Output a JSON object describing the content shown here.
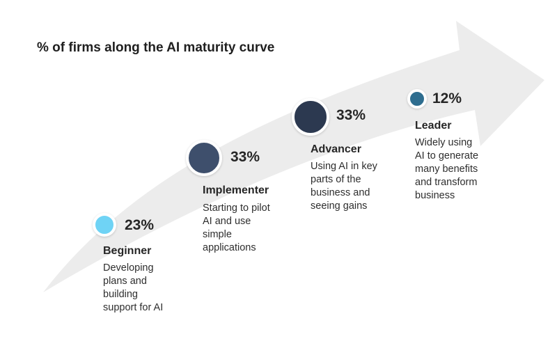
{
  "title": "% of firms along the AI maturity curve",
  "colors": {
    "arrow": "#ececec",
    "beginner": "#6fd3f5",
    "implementer": "#3e4f6c",
    "advancer": "#2c3950",
    "leader": "#2e6d8f"
  },
  "stages": [
    {
      "percent": "23%",
      "name": "Beginner",
      "description": [
        "Developing",
        "plans and",
        "building",
        "support for AI"
      ]
    },
    {
      "percent": "33%",
      "name": "Implementer",
      "description": [
        "Starting to pilot",
        "AI and use",
        "simple",
        "applications"
      ]
    },
    {
      "percent": "33%",
      "name": "Advancer",
      "description": [
        "Using AI in key",
        "parts of the",
        "business and",
        "seeing gains"
      ]
    },
    {
      "percent": "12%",
      "name": "Leader",
      "description": [
        "Widely using",
        "AI to generate",
        "many benefits",
        "and transform",
        "business"
      ]
    }
  ]
}
